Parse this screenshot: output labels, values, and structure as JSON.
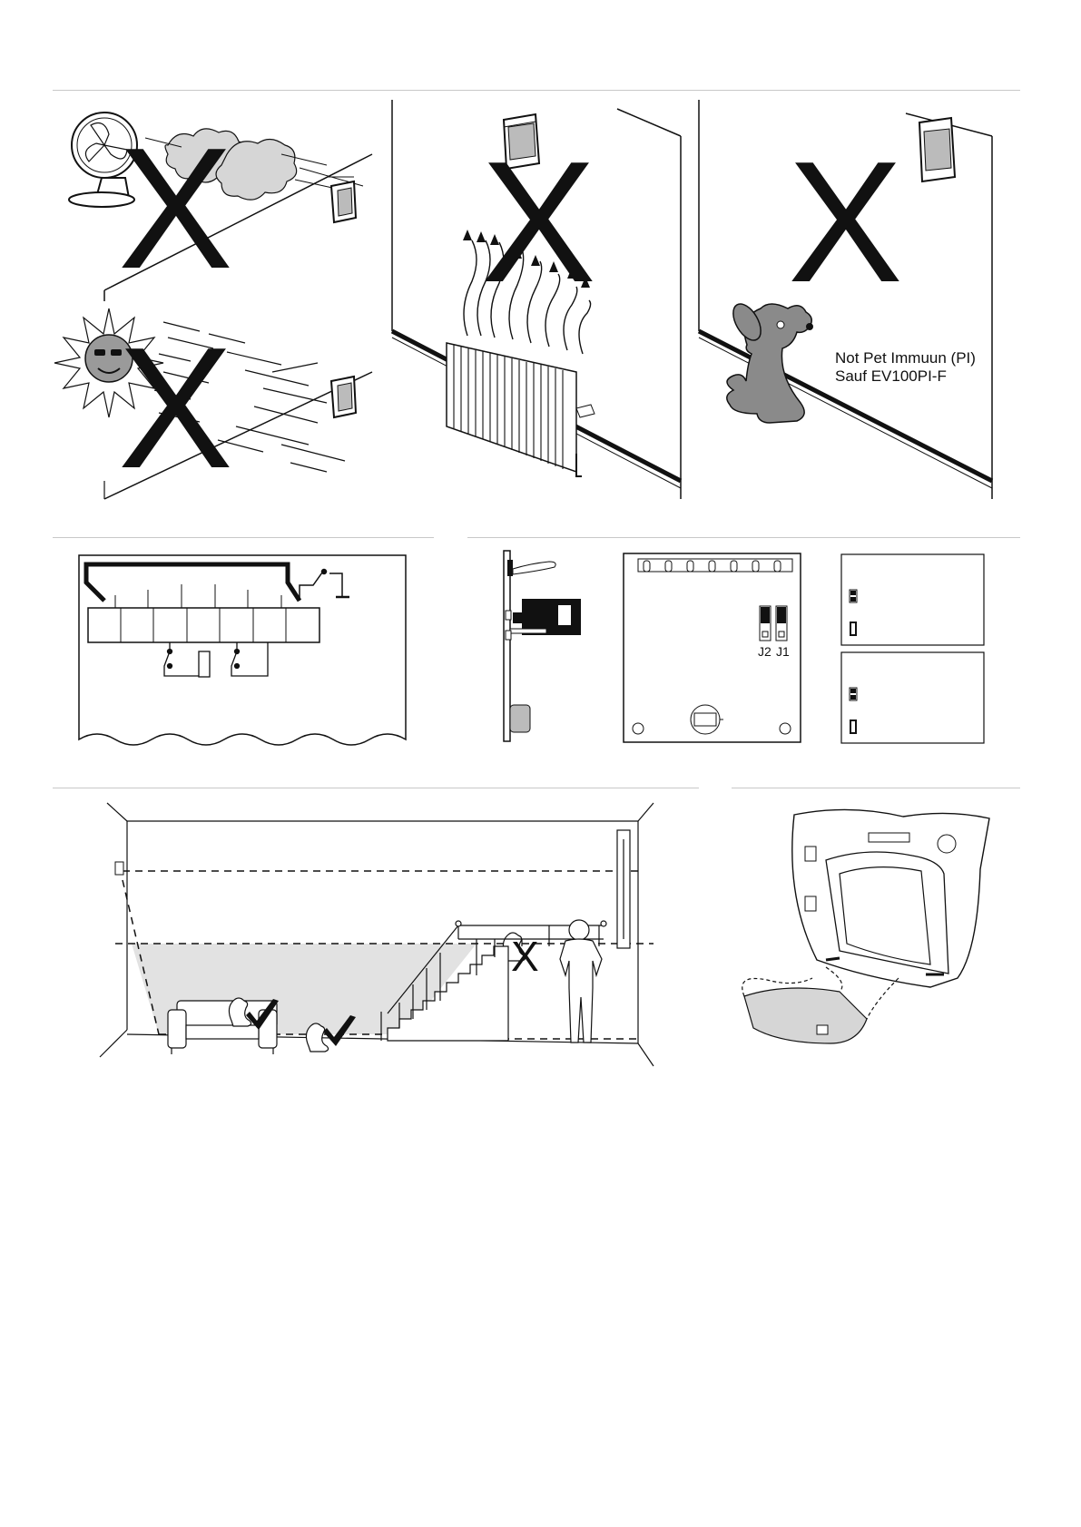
{
  "warnings": {
    "mark": "X",
    "pet_note_line1": "Not Pet Immuun (PI)",
    "pet_note_line2": "Sauf EV100PI-F"
  },
  "jumpers": {
    "j2_label": "J2",
    "j1_label": "J1"
  },
  "colors": {
    "ink": "#111111",
    "rule": "#c8c8c8",
    "cloud": "#d6d6d6",
    "detection_zone": "#e2e2e2",
    "dog": "#8a8a8a"
  },
  "icons": [
    "fan-icon",
    "sun-icon",
    "radiator-icon",
    "dog-icon",
    "pir-detector-icon",
    "checkmark-icon",
    "person-icon"
  ]
}
